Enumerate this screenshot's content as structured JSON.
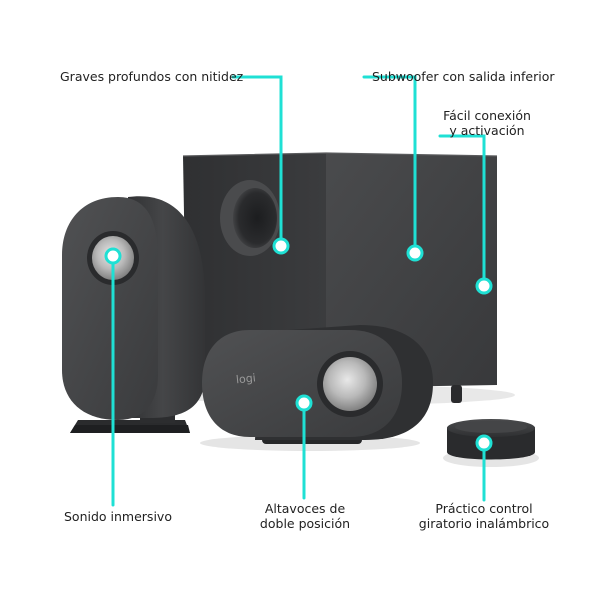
{
  "callouts": {
    "graves": "Graves profundos con nitidez",
    "subwoofer": "Subwoofer con salida inferior",
    "conexion_line1": "Fácil conexión",
    "conexion_line2": "y activación",
    "sonido": "Sonido inmersivo",
    "altavoces_line1": "Altavoces de",
    "altavoces_line2": "doble posición",
    "control_line1": "Práctico control",
    "control_line2": "giratorio inalámbrico"
  },
  "brand": {
    "logo_text": "logi"
  },
  "colors": {
    "accent": "#1fe0d4",
    "speaker_dark": "#3a3b3d",
    "text": "#1f1f1f"
  }
}
